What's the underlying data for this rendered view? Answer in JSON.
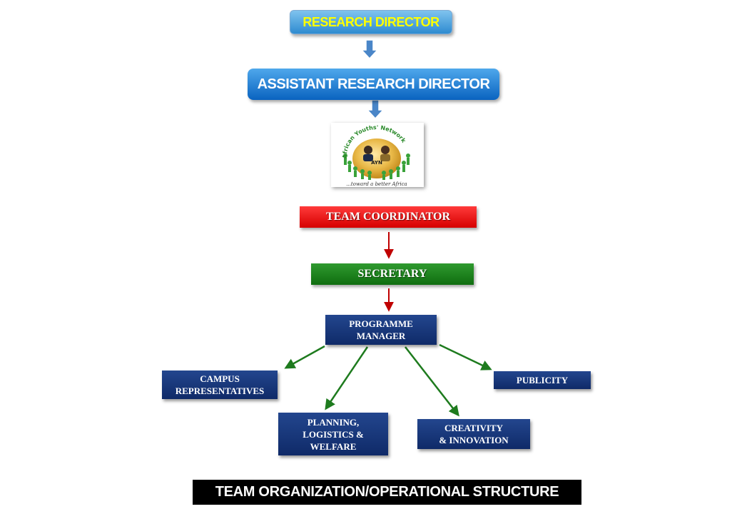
{
  "chart": {
    "research_director": "RESEARCH DIRECTOR",
    "assistant_research_director": "ASSISTANT RESEARCH DIRECTOR",
    "logo": {
      "network_name": "African Youths' Network",
      "initials": "AYN",
      "tagline": "...toward a better Africa"
    },
    "team_coordinator": "TEAM COORDINATOR",
    "secretary": "SECRETARY",
    "programme_manager": "PROGRAMME\nMANAGER",
    "campus_representatives": "CAMPUS\nREPRESENTATIVES",
    "publicity": "PUBLICITY",
    "planning_logistics_welfare": "PLANNING,\nLOGISTICS  &\nWELFARE",
    "creativity_innovation": "CREATIVITY\n& INNOVATION"
  },
  "footer": {
    "caption": "TEAM ORGANIZATION/OPERATIONAL STRUCTURE"
  },
  "colors": {
    "blue_arrow": "#4a86c8",
    "red_arrow": "#c00000",
    "green_arrow": "#1e7b1e",
    "navy_box": "#1a3a7c"
  }
}
